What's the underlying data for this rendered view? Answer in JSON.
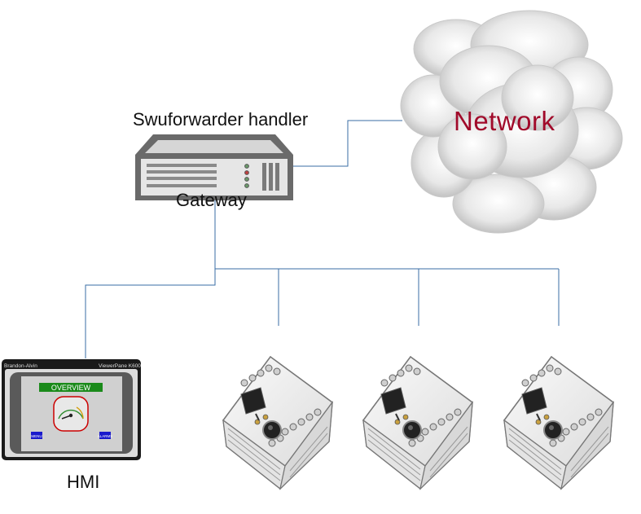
{
  "labels": {
    "handler": "Swuforwarder handler",
    "gateway": "Gateway",
    "network": "Network",
    "hmi": "HMI"
  },
  "hmi_screen": {
    "top_left": "Brandon-Alvin",
    "top_right": "ViewerPane K600",
    "banner": "OVERVIEW",
    "button_left": "MENU",
    "button_right": "ALARMS"
  },
  "colors": {
    "link": "#3a6ea5",
    "network_text": "#a10a2a",
    "banner": "#1a8a1a",
    "hmi_button": "#1a1acc"
  },
  "icons": [
    "server-icon",
    "cloud-icon",
    "hmi-panel-icon",
    "plc-icon"
  ]
}
